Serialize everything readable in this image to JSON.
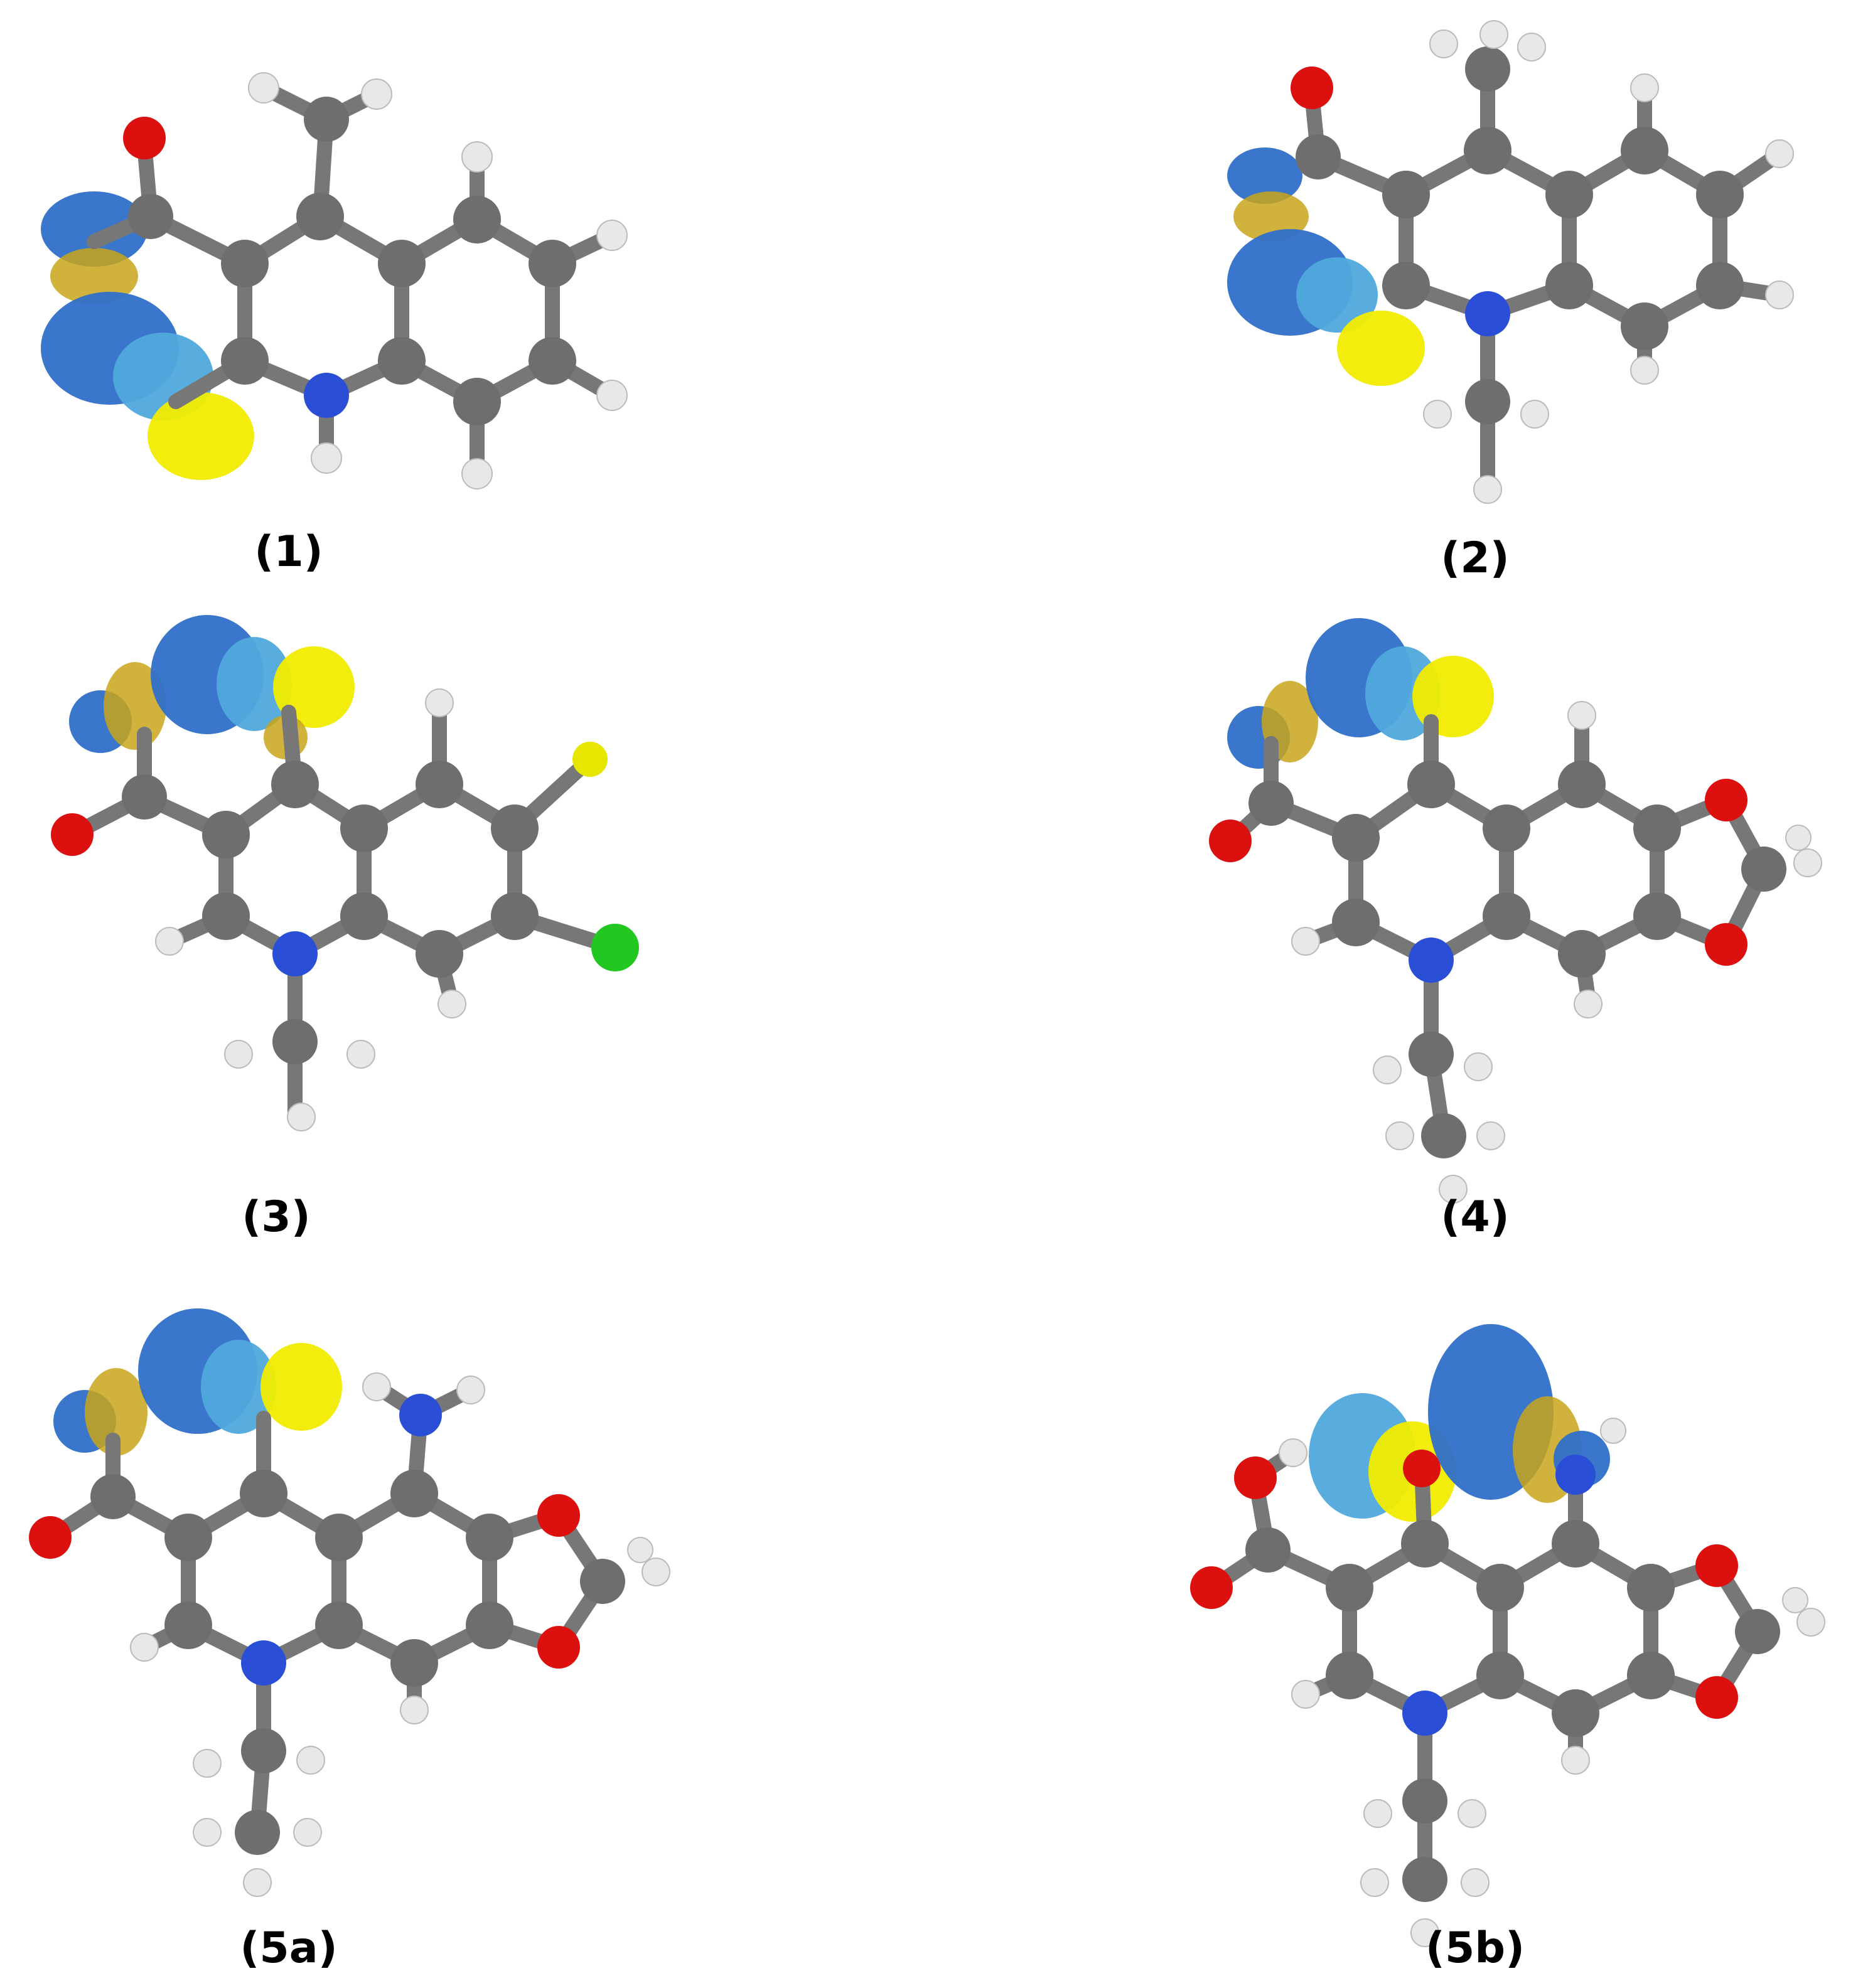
{
  "figure": {
    "panels": [
      {
        "id": "p1",
        "label": "(1)"
      },
      {
        "id": "p2",
        "label": "(2)"
      },
      {
        "id": "p3",
        "label": "(3)"
      },
      {
        "id": "p4",
        "label": "(4)"
      },
      {
        "id": "p5a",
        "label": "(5a)"
      },
      {
        "id": "p5b",
        "label": "(5b)"
      }
    ]
  },
  "colors": {
    "carbon": "#6e6e6e",
    "hydrogen": "#e8e8e8",
    "nitrogen": "#2a4fd6",
    "oxygen": "#dd1010",
    "fluorine": "#e6e600",
    "chlorine": "#22c722",
    "orbital_negative_dark": "#2f6fc9",
    "orbital_negative_light": "#4fa9dc",
    "orbital_positive": "#f1ec00",
    "orbital_positive_dark": "#c9a51a"
  }
}
